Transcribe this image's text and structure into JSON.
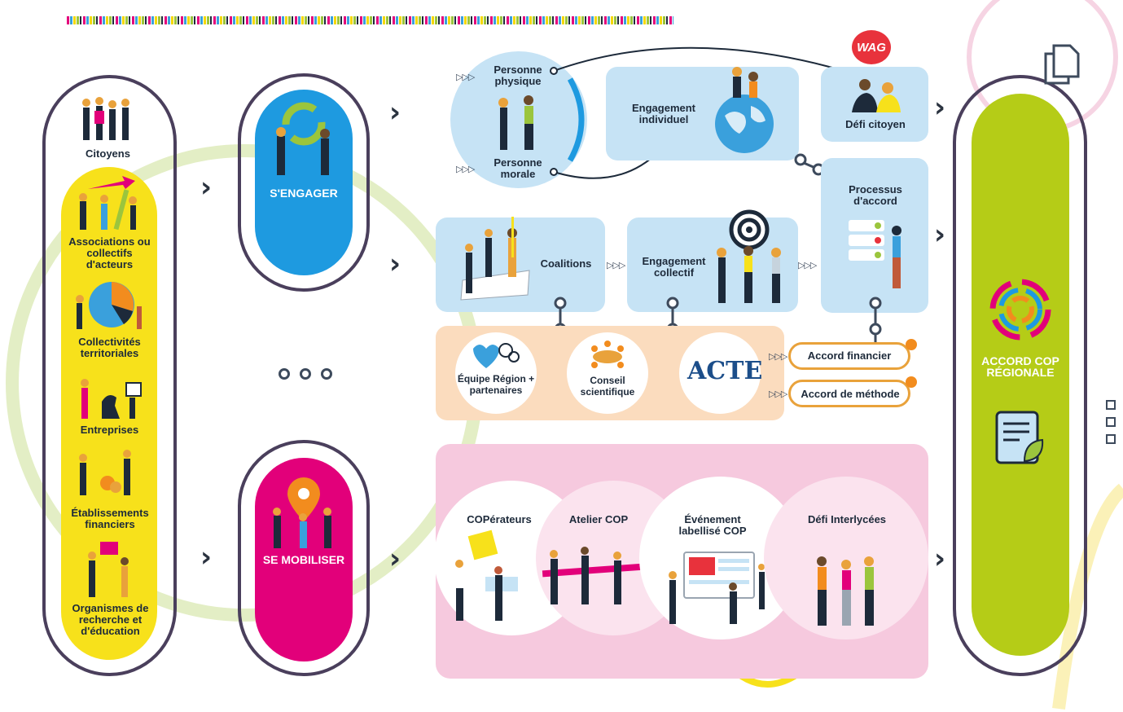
{
  "actors": {
    "citoyens": "Citoyens",
    "associations": "Associations ou collectifs d'acteurs",
    "collectivites": "Collectivités territoriales",
    "entreprises": "Entreprises",
    "etablissements": "Établissements financiers",
    "organismes": "Organismes de recherche et d'éducation"
  },
  "actions": {
    "engager": "S'ENGAGER",
    "mobiliser": "SE MOBILISER",
    "ellipsis": "o o o"
  },
  "engagement": {
    "personne_physique": "Personne physique",
    "personne_morale": "Personne morale",
    "individuel": "Engagement individuel",
    "wag": "WAG",
    "defi_citoyen": "Défi citoyen",
    "processus": "Processus d'accord",
    "coalitions": "Coalitions",
    "collectif": "Engagement collectif"
  },
  "support": {
    "equipe": "Équipe Région + partenaires",
    "conseil": "Conseil scientifique",
    "acte": "ACTE",
    "accord_financier": "Accord financier",
    "accord_methode": "Accord de méthode"
  },
  "mobilisation": {
    "coperateurs": "COPérateurs",
    "atelier": "Atelier COP",
    "evenement": "Événement labellisé COP",
    "defi": "Défi Interlycées"
  },
  "result": {
    "accord": "ACCORD COP RÉGIONALE"
  },
  "colors": {
    "yellow": "#f7e11b",
    "blue": "#1e9ae0",
    "magenta": "#e2007a",
    "green": "#b5cc17",
    "light_blue": "#c6e3f5",
    "peach": "#fbdcbe",
    "pink": "#f6c9de",
    "outline": "#4a3f5c"
  }
}
